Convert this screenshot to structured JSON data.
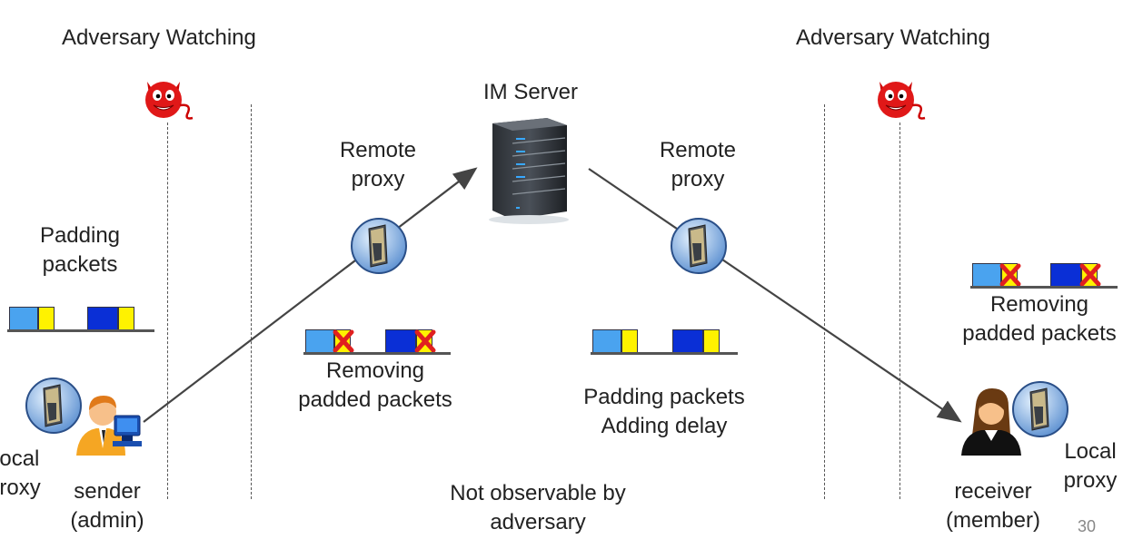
{
  "adversary": {
    "left_label": "Adversary Watching",
    "right_label": "Adversary Watching"
  },
  "server": {
    "label": "IM Server"
  },
  "remote_proxy_left": {
    "line1": "Remote",
    "line2": "proxy"
  },
  "remote_proxy_right": {
    "line1": "Remote",
    "line2": "proxy"
  },
  "padding_left": {
    "line1": "Padding",
    "line2": "packets"
  },
  "removing_mid": {
    "line1": "Removing",
    "line2": "padded packets"
  },
  "padding_mid": {
    "line1": "Padding packets",
    "line2": "Adding delay"
  },
  "removing_right": {
    "line1": "Removing",
    "line2": "padded packets"
  },
  "sender": {
    "line1": "sender",
    "line2": "(admin)"
  },
  "receiver": {
    "line1": "receiver",
    "line2": "(member)"
  },
  "local_proxy_left": {
    "line1": "Local",
    "line2": "proxy"
  },
  "local_proxy_right": {
    "line1": "Local",
    "line2": "proxy"
  },
  "center_note": {
    "line1": "Not observable by",
    "line2": "adversary"
  },
  "slide_number": "30",
  "colors": {
    "light_packet": "#4aa3ef",
    "dark_packet": "#0a2fd6",
    "padding": "#fff200",
    "removed_x": "#e02020",
    "devil": "#e01818"
  },
  "icons": [
    "devil-icon",
    "server-icon",
    "proxy-globe-icon",
    "sender-person-icon",
    "receiver-person-icon",
    "remove-x-icon"
  ]
}
